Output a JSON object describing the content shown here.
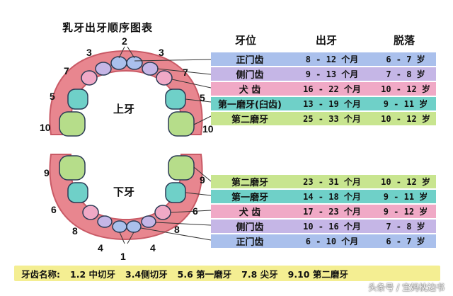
{
  "title": "乳牙出牙顺序图表",
  "upper_jaw_label": "上牙",
  "lower_jaw_label": "下牙",
  "upper_numbers": {
    "n2": "2",
    "n3l": "3",
    "n3r": "3",
    "n7l": "7",
    "n7r": "7",
    "n5l": "5",
    "n5r": "5",
    "n10l": "10",
    "n10r": "10"
  },
  "lower_numbers": {
    "n9l": "9",
    "n9r": "9",
    "n6l": "6",
    "n6r": "6",
    "n8l": "8",
    "n8r": "8",
    "n4l": "4",
    "n4r": "4",
    "n1": "1"
  },
  "headers": {
    "tooth": "牙位",
    "erupt": "出牙",
    "shed": "脱落"
  },
  "upper_rows": [
    {
      "tooth": "正门齿",
      "erupt": "8 - 12 个月",
      "shed": "6 - 7 岁",
      "color": "#aac0ec"
    },
    {
      "tooth": "侧门齿",
      "erupt": "9 - 13 个月",
      "shed": "7 - 8 岁",
      "color": "#c5b6e6"
    },
    {
      "tooth": "犬 齿",
      "erupt": "16 - 22 个月",
      "shed": "10 - 12 岁",
      "color": "#f0a9c6"
    },
    {
      "tooth": "第一磨牙(臼齿)",
      "erupt": "13 - 19 个月",
      "shed": "9 - 11 岁",
      "color": "#6fd0c8"
    },
    {
      "tooth": "第二磨牙",
      "erupt": "25 - 33 个月",
      "shed": "10 - 12 岁",
      "color": "#c8e58f"
    }
  ],
  "lower_rows": [
    {
      "tooth": "第二磨牙",
      "erupt": "23 - 31 个月",
      "shed": "10 - 12 岁",
      "color": "#c8e58f"
    },
    {
      "tooth": "第一磨牙",
      "erupt": "14 - 18 个月",
      "shed": "9 - 11 岁",
      "color": "#6fd0c8"
    },
    {
      "tooth": "犬 齿",
      "erupt": "17 - 23 个月",
      "shed": "9 - 12 岁",
      "color": "#f0a9c6"
    },
    {
      "tooth": "侧门齿",
      "erupt": "10 - 16 个月",
      "shed": "7 - 8 岁",
      "color": "#c5b6e6"
    },
    {
      "tooth": "正门齿",
      "erupt": "6 - 10 个月",
      "shed": "6 - 7 岁",
      "color": "#aac0ec"
    }
  ],
  "legend": {
    "prefix": "牙齿名称:",
    "items": [
      "1.2 中切牙",
      "3.4侧切牙",
      "5.6 第一磨牙",
      "7.8 尖牙",
      "9.10 第二磨牙"
    ],
    "color": "#f4ee92"
  },
  "watermark": "头条号 / 宝妈枕边书",
  "colors": {
    "gum": "#e8868f",
    "incisor": "#aac0ec",
    "lateral": "#c5b6e6",
    "canine": "#f0a9c6",
    "first_molar": "#6fd0c8",
    "second_molar": "#b6dd8a"
  }
}
